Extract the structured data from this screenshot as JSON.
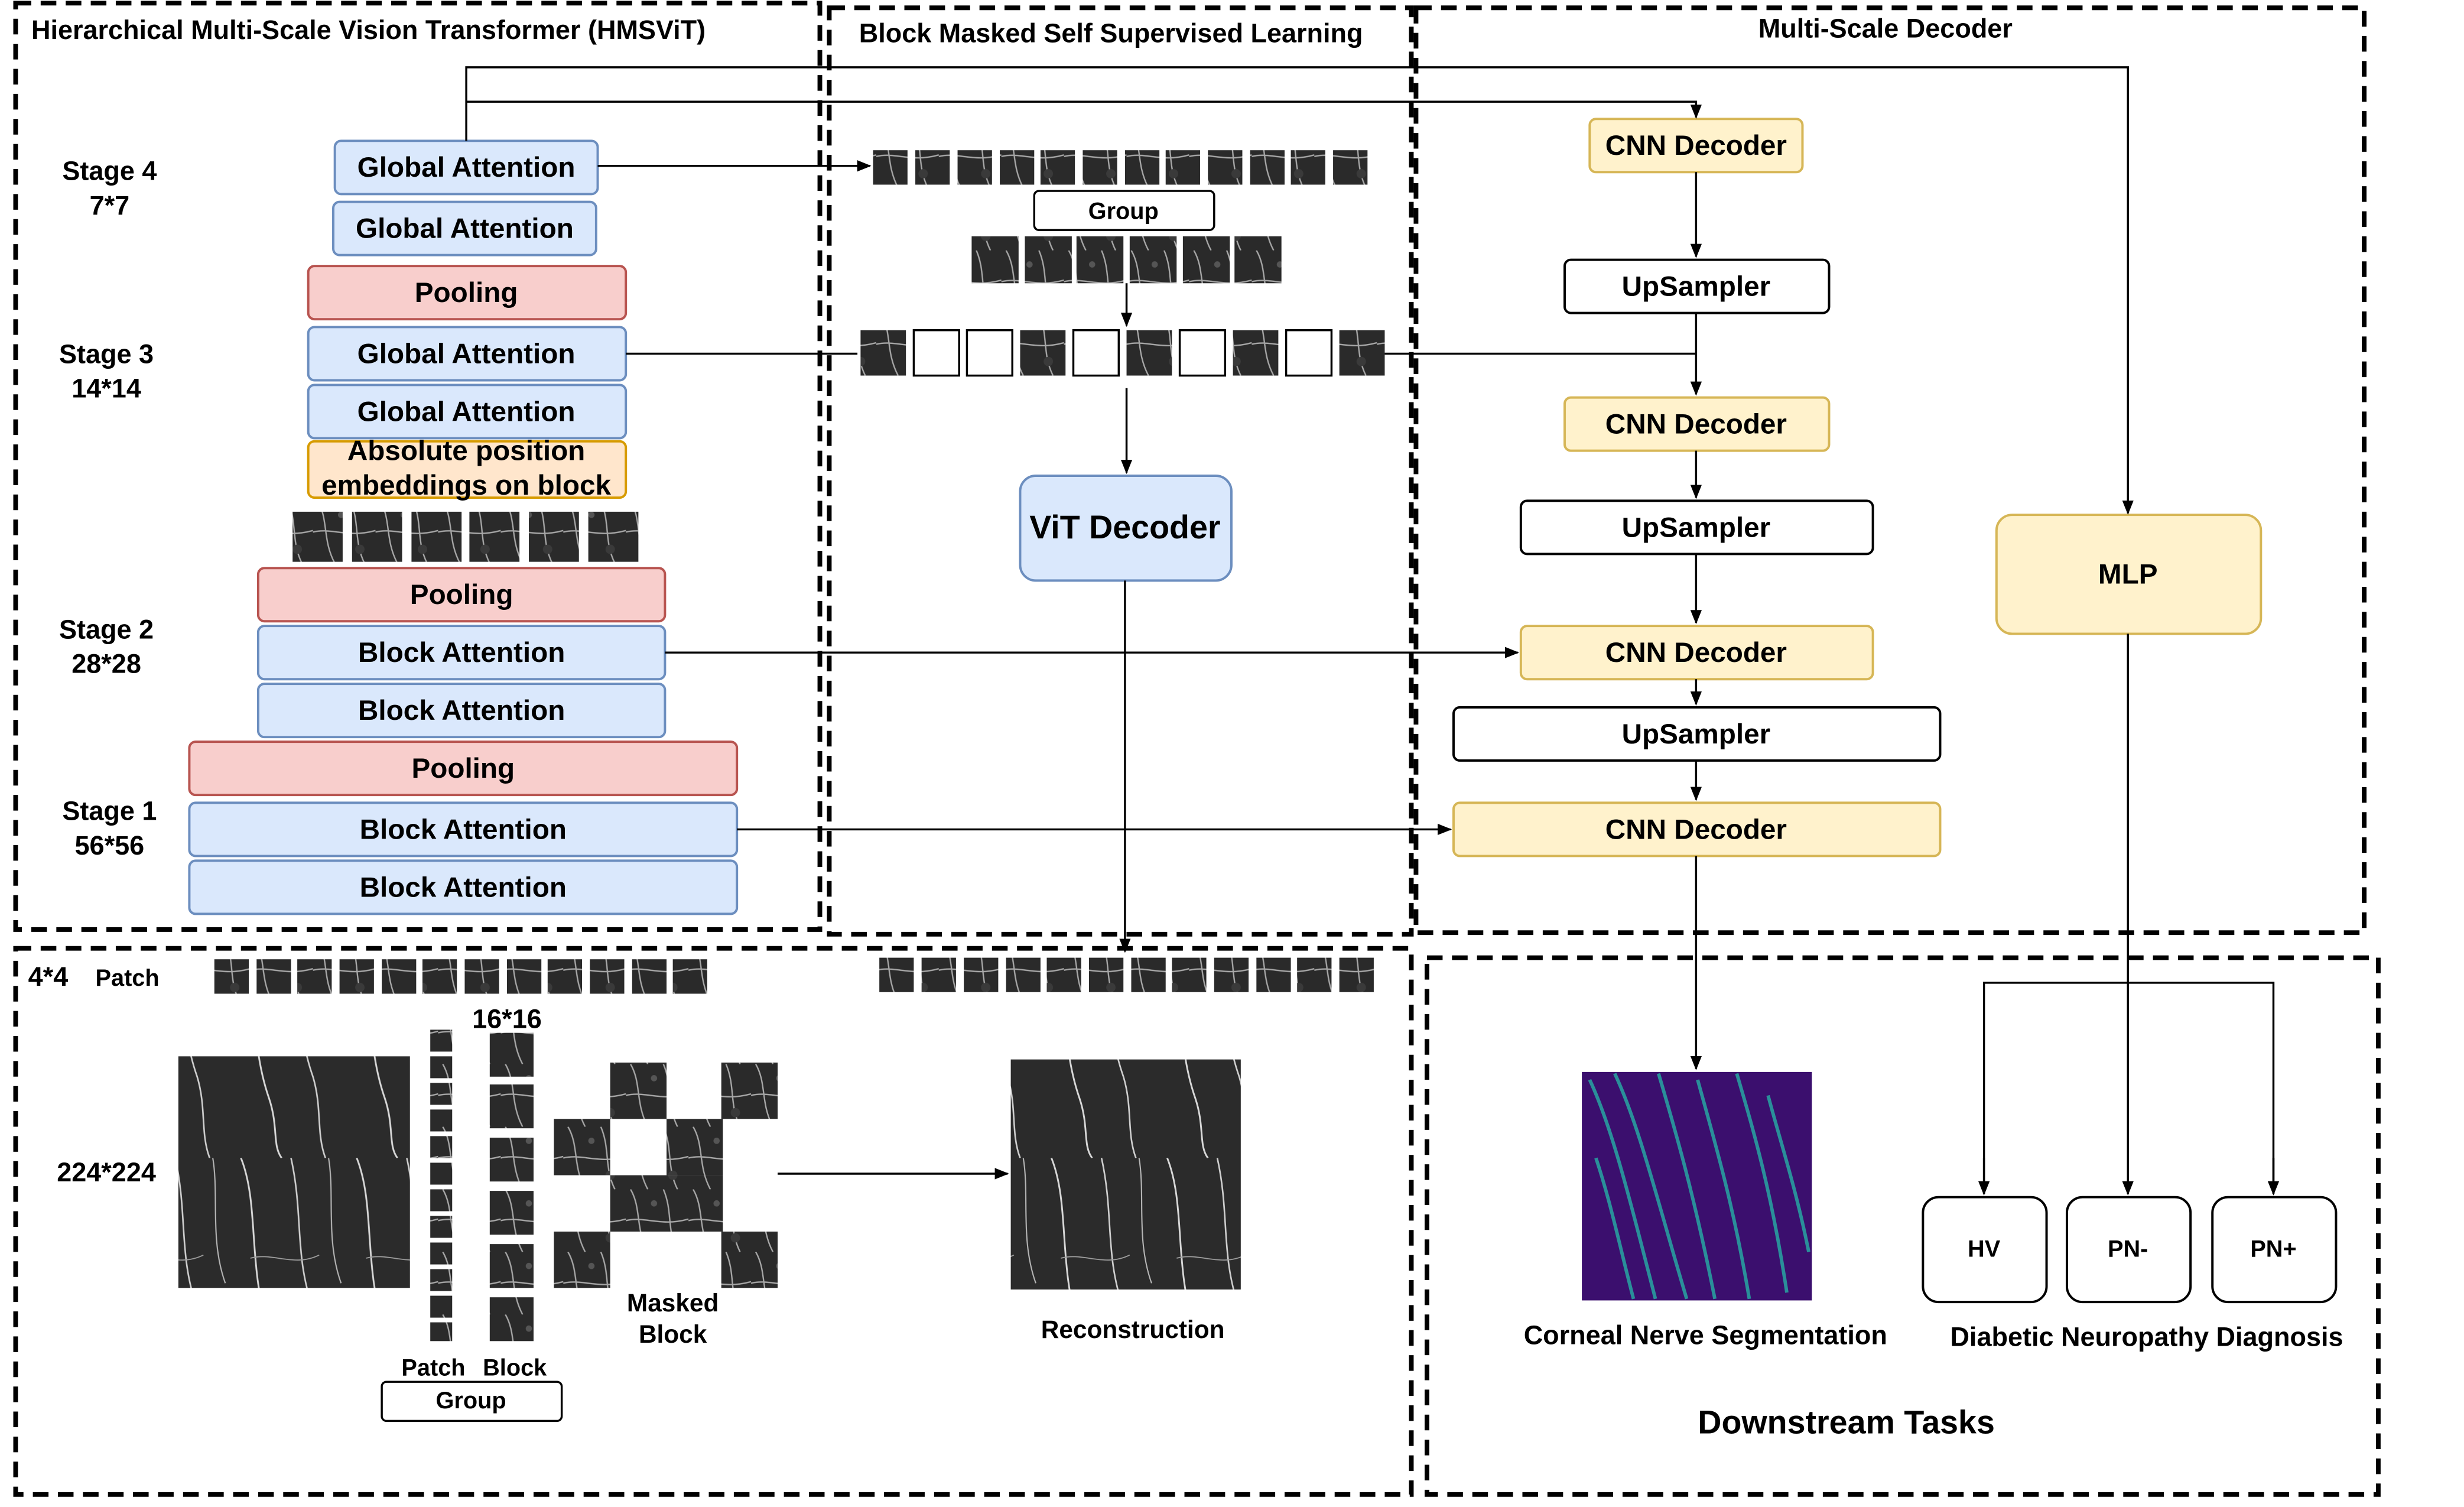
{
  "sections": {
    "hmsvit": "Hierarchical Multi-Scale Vision Transformer (HMSViT)",
    "block_mssl": "Block Masked Self Supervised Learning",
    "decoder": "Multi-Scale Decoder",
    "downstream": "Downstream Tasks"
  },
  "stages": [
    {
      "name": "Stage 4",
      "res": "7*7"
    },
    {
      "name": "Stage 3",
      "res": "14*14"
    },
    {
      "name": "Stage 2",
      "res": "28*28"
    },
    {
      "name": "Stage 1",
      "res": "56*56"
    }
  ],
  "encoder": {
    "s4_attn1": "Global Attention",
    "s4_attn2": "Global Attention",
    "pool3": "Pooling",
    "s3_attn1": "Global Attention",
    "s3_attn2": "Global Attention",
    "abs_pos_line1": "Absolute position",
    "abs_pos_line2": "embeddings on block",
    "pool2": "Pooling",
    "s2_attn1": "Block Attention",
    "s2_attn2": "Block Attention",
    "pool1": "Pooling",
    "s1_attn1": "Block Attention",
    "s1_attn2": "Block Attention"
  },
  "ssl": {
    "group": "Group",
    "vit_decoder": "ViT Decoder"
  },
  "multiscale": {
    "cnn1": "CNN Decoder",
    "up1": "UpSampler",
    "cnn2": "CNN Decoder",
    "up2": "UpSampler",
    "cnn3": "CNN Decoder",
    "up3": "UpSampler",
    "cnn4": "CNN Decoder",
    "mlp": "MLP"
  },
  "input": {
    "patch_size": "4*4",
    "patch_word": "Patch",
    "image_size": "224*224",
    "block_size": "16*16",
    "patch_label": "Patch",
    "block_label": "Block",
    "group": "Group",
    "masked_line1": "Masked",
    "masked_line2": "Block",
    "reconstruction": "Reconstruction"
  },
  "tasks": {
    "segmentation": "Corneal Nerve Segmentation",
    "diagnosis": "Diabetic Neuropathy Diagnosis",
    "hv": "HV",
    "pn_minus": "PN-",
    "pn_plus": "PN+"
  },
  "colors": {
    "blue_fill": "#dae8fc",
    "blue_stroke": "#6c8ebf",
    "red_fill": "#f8cecc",
    "red_stroke": "#b85450",
    "yellow_fill": "#fff2cc",
    "yellow_stroke": "#d6b656",
    "seg_bg": "#3b0f6e",
    "seg_nerve": "#2a8f9a"
  }
}
